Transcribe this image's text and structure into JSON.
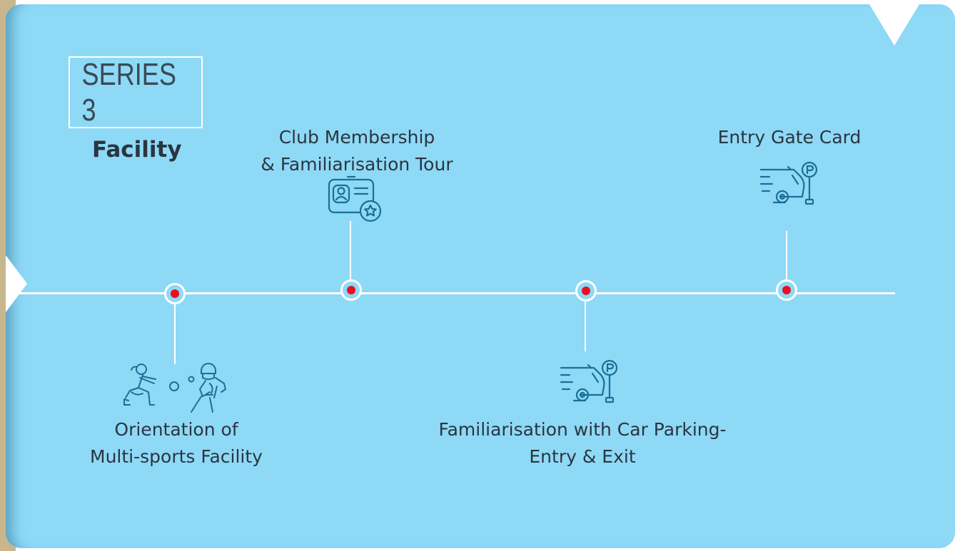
{
  "header": {
    "series_label": "SERIES 3",
    "subtitle": "Facility"
  },
  "milestones": [
    {
      "position": "below",
      "line1": "Orientation of",
      "line2": "Multi-sports Facility",
      "icon": "sports-players-icon"
    },
    {
      "position": "above",
      "line1": "Club Membership",
      "line2": "& Familiarisation Tour",
      "icon": "membership-card-icon"
    },
    {
      "position": "below",
      "line1": "Familiarisation with Car Parking-",
      "line2": "Entry & Exit",
      "icon": "car-parking-icon"
    },
    {
      "position": "above",
      "line1": "Entry Gate Card",
      "line2": "",
      "icon": "car-parking-icon"
    }
  ],
  "colors": {
    "panel": "#8ed9f6",
    "node_dot": "#e8101c",
    "icon_stroke": "#1a6f95",
    "text": "#2a3540"
  }
}
